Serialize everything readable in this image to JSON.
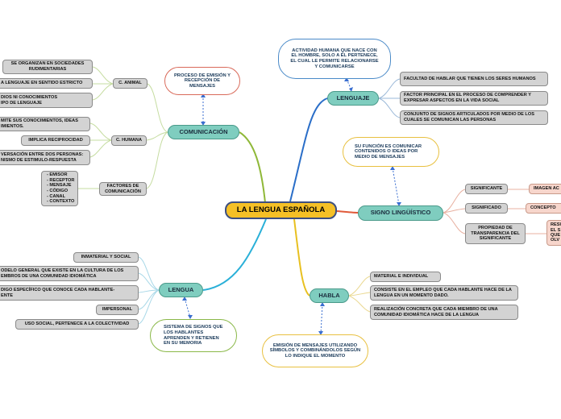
{
  "center": {
    "label": "LA LENGUA ESPAÑOLA"
  },
  "comunicacion": {
    "label": "COMUNICACIÓN",
    "note": "PROCESO DE EMISIÓN Y RECEPCIÓN DE MENSAJES",
    "c_animal": {
      "label": "C. ANIMAL",
      "items": [
        "SE ORGANIZAN EN SOCIEDADES RUDIMENTARIAS",
        "A LENGUAJE EN SENTIDO ESTRICTO",
        "DIOS NI CONOCIMIENTOS\nIPO DE LENGUAJE"
      ]
    },
    "c_humana": {
      "label": "C. HUMANA",
      "items": [
        "MITE SUS CONOCIMIENTOS, IDEAS\nIMIENTOS.",
        "IMPLICA RECIPROCIDAD",
        "VERSACIÓN ENTRE DOS PERSONAS:\nNISMO DE ESTIMULO-RESPUESTA"
      ]
    },
    "factores": {
      "label": "FACTORES DE COMUNICACIÓN",
      "items": [
        "- EMISOR",
        "- RECEPTOR",
        "- MENSAJE",
        "- CÓDIGO",
        "- CANAL",
        "- CONTEXTO"
      ]
    }
  },
  "lenguaje": {
    "label": "LENGUAJE",
    "note": "ACTIVIDAD HUMANA QUE NACE CON EL HOMBRE, SOLO A ÉL PERTENECE, EL CUAL LE PERMITE RELACIONARSE Y COMUNICARSE",
    "items": [
      "FACULTAD DE HABLAR QUE TIENEN LOS SERES HUMANOS",
      "FACTOR PRINCIPAL EN EL PROCESO DE COMPRENDER Y EXPRESAR ASPECTOS EN LA VIDA SOCIAL",
      "CONJUNTO DE SIGNOS ARTICULADOS POR MEDIO DE LOS CUALES SE COMUNICAN LAS PERSONAS"
    ]
  },
  "signo": {
    "label": "SIGNO LINGÜÍSTICO",
    "note": "SU FUNCIÓN ES COMUNICAR CONTENIDOS O IDEAS POR MEDIO DE MENSAJES",
    "items": [
      "SIGNIFICANTE",
      "SIGNIFICADO",
      "PROPIEDAD DE TRANSPARENCIA DEL SIGNIFICANTE"
    ],
    "sub": [
      "IMAGEN AC",
      "CONCEPTO",
      "RESU\nEL S\nQUE\nOLV"
    ]
  },
  "habla": {
    "label": "HABLA",
    "note": "EMISIÓN DE MENSAJES UTILIZANDO SÍMBOLOS Y COMBINÁNDOLOS SEGÚN LO INDIQUE EL MOMENTO",
    "items": [
      "MATERIAL E INDIVIDUAL",
      "CONSISTE EN EL EMPLEO QUE CADA HABLANTE HACE DE LA LENGUA EN UN MOMENTO DADO.",
      "REALIZACIÓN CONCRETA QUE CADA MIEMBRO DE UNA COMUNIDAD IDIOMÁTICA HACE DE LA LENGUA"
    ]
  },
  "lengua": {
    "label": "LENGUA",
    "note": "SISTEMA DE SIGNOS QUE LOS HABLANTES APRENDEN Y RETIENEN EN SU MEMORIA",
    "items": [
      "INMATERIAL Y SOCIAL",
      "ODELO GENERAL QUE EXISTE EN LA CULTURA DE LOS\nEMBROS DE UNA COMUNIDAD IDIOMÁTICA",
      "DIGO ESPECÍFICO QUE CONOCE CADA HABLANTE-\nENTE",
      "IMPERSONAL",
      "USO SOCIAL, PERTENECE A LA COLECTIVIDAD"
    ]
  },
  "colors": {
    "comunicacion_branch": "#8fb838",
    "lenguaje_branch": "#2a6ec8",
    "signo_branch": "#e05a3a",
    "habla_branch": "#e8c020",
    "lengua_branch": "#2ab0d8",
    "dashed": "#3a6ed0"
  }
}
